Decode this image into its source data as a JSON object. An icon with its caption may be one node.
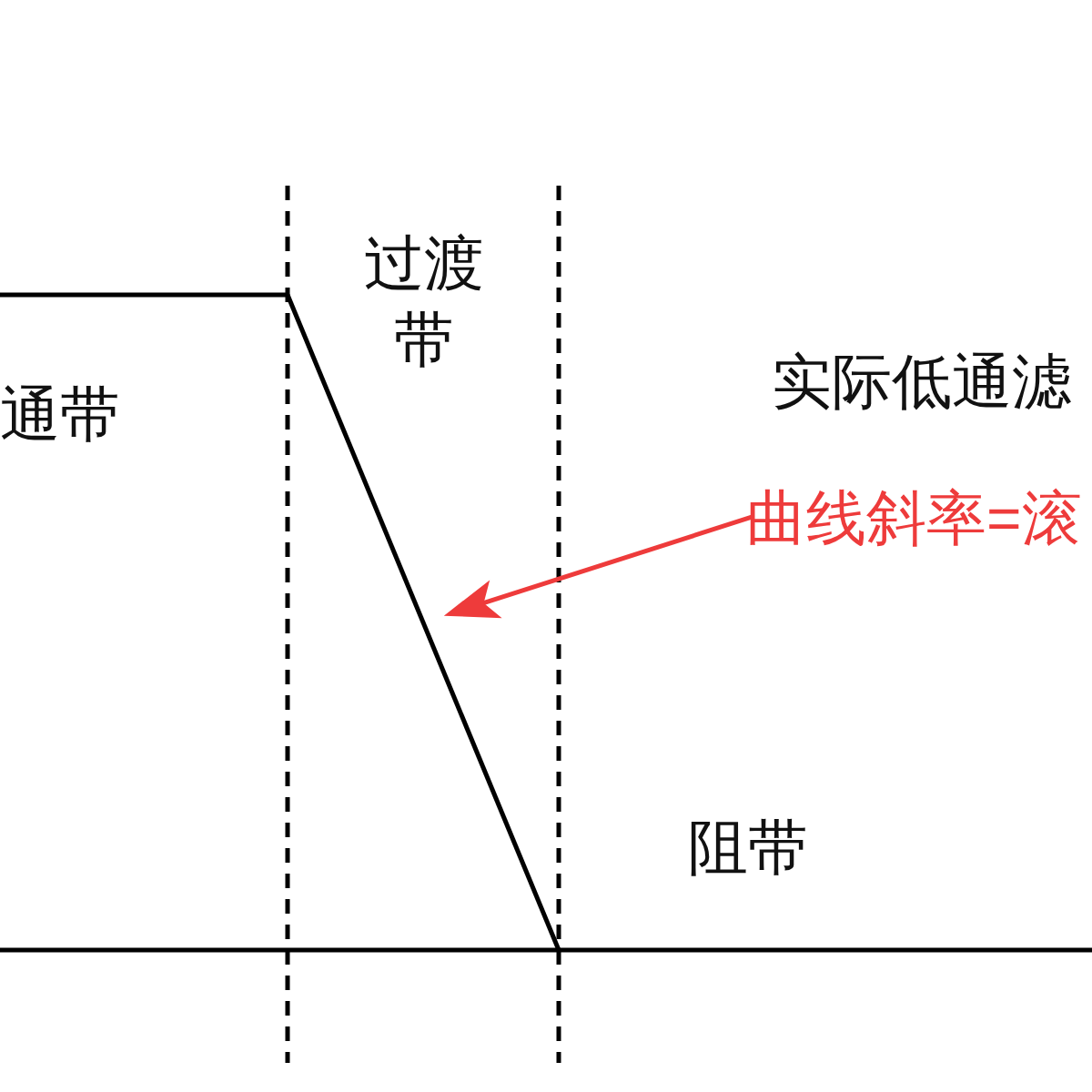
{
  "diagram": {
    "nodes": [
      {
        "text": [
          "曲线斜率=滚"
        ]
      },
      {
        "text": [],
        "shape": "line"
      }
    ],
    "edges": [
      {
        "from": 0,
        "to": 1,
        "arrow": "to",
        "color": "#ee3b3b"
      }
    ],
    "labels": [
      "过渡带",
      "通带",
      "实际低通滤",
      "阻带"
    ]
  }
}
